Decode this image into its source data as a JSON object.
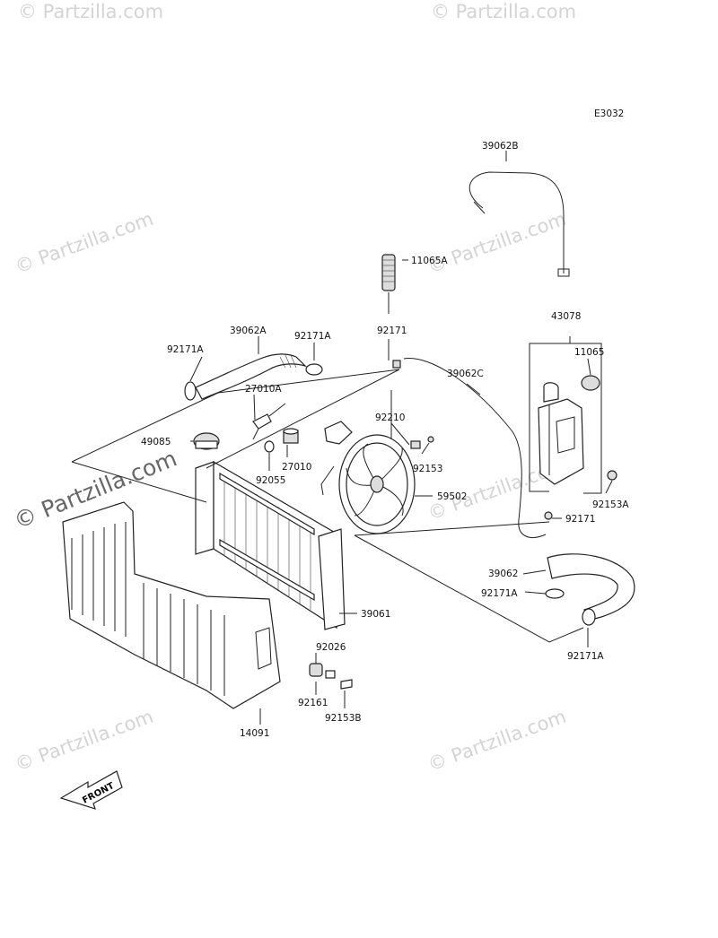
{
  "diagram_code": "E3032",
  "watermark": "© Partzilla.com",
  "front_arrow_label": "FRONT",
  "labels": {
    "p39062B": "39062B",
    "p11065A": "11065A",
    "p92171_top": "92171",
    "p43078": "43078",
    "p11065": "11065",
    "p39062A": "39062A",
    "p92171A_left": "92171A",
    "p92171A_mid": "92171A",
    "p27010A": "27010A",
    "p39062C": "39062C",
    "p92210": "92210",
    "p49085": "49085",
    "p27010": "27010",
    "p92153": "92153",
    "p92055": "92055",
    "p59502": "59502",
    "p92153A": "92153A",
    "p92171_right": "92171",
    "p39062": "39062",
    "p92171A_right": "92171A",
    "p39061": "39061",
    "p92171A_low": "92171A",
    "p92026": "92026",
    "p92161": "92161",
    "p92153B": "92153B",
    "p14091": "14091"
  }
}
